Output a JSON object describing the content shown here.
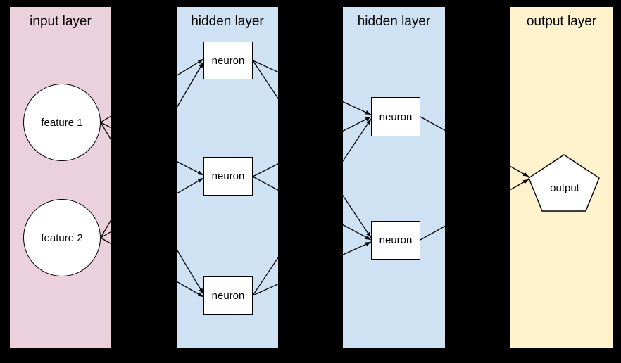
{
  "background_color": "#000000",
  "node_fill_color": "#ffffff",
  "edge_color": "#000000",
  "panels": [
    {
      "id": "input-layer",
      "title": "input layer",
      "color": "#ead1dc"
    },
    {
      "id": "hidden-layer-1",
      "title": "hidden layer",
      "color": "#cfe2f3"
    },
    {
      "id": "hidden-layer-2",
      "title": "hidden layer",
      "color": "#cfe2f3"
    },
    {
      "id": "output-layer",
      "title": "output layer",
      "color": "#fff2cc"
    }
  ],
  "nodes": {
    "feature1": {
      "label": "feature 1",
      "shape": "circle"
    },
    "feature2": {
      "label": "feature 2",
      "shape": "circle"
    },
    "neuron1": {
      "label": "neuron",
      "shape": "rectangle"
    },
    "neuron2": {
      "label": "neuron",
      "shape": "rectangle"
    },
    "neuron3": {
      "label": "neuron",
      "shape": "rectangle"
    },
    "neuron4": {
      "label": "neuron",
      "shape": "rectangle"
    },
    "neuron5": {
      "label": "neuron",
      "shape": "rectangle"
    },
    "output": {
      "label": "output",
      "shape": "pentagon"
    }
  },
  "edges": [
    {
      "from": "feature1",
      "to": "neuron1"
    },
    {
      "from": "feature1",
      "to": "neuron2"
    },
    {
      "from": "feature1",
      "to": "neuron3"
    },
    {
      "from": "feature2",
      "to": "neuron1"
    },
    {
      "from": "feature2",
      "to": "neuron2"
    },
    {
      "from": "feature2",
      "to": "neuron3"
    },
    {
      "from": "neuron1",
      "to": "neuron4"
    },
    {
      "from": "neuron1",
      "to": "neuron5"
    },
    {
      "from": "neuron2",
      "to": "neuron4"
    },
    {
      "from": "neuron2",
      "to": "neuron5"
    },
    {
      "from": "neuron3",
      "to": "neuron4"
    },
    {
      "from": "neuron3",
      "to": "neuron5"
    },
    {
      "from": "neuron4",
      "to": "output"
    },
    {
      "from": "neuron5",
      "to": "output"
    }
  ]
}
